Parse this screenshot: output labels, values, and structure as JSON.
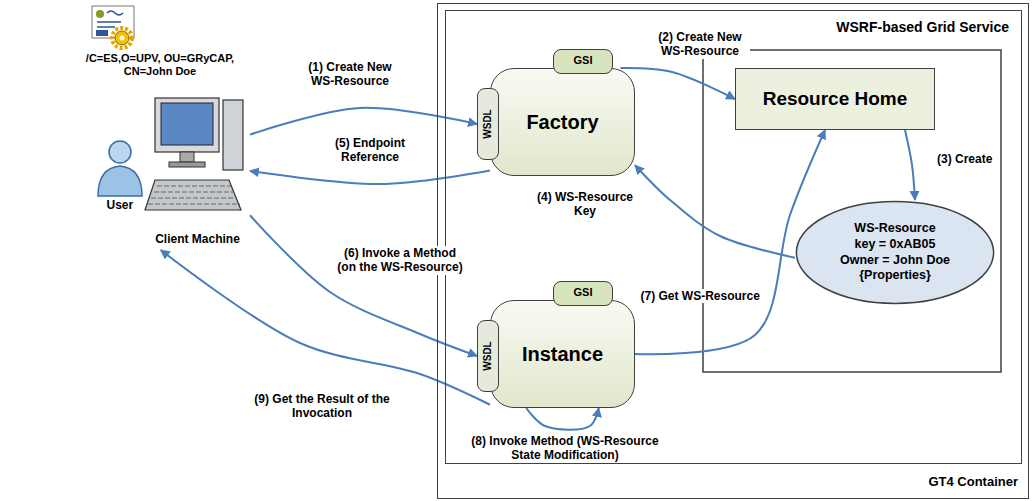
{
  "diagram": {
    "nodes": [
      {
        "text": [
          "GT4 Container"
        ]
      },
      {
        "text": [
          "WSRF-based Grid Service"
        ],
        "in": 0
      },
      {
        "text": [
          "GSI"
        ],
        "in": 1
      },
      {
        "text": [
          "WSDL"
        ],
        "in": 1
      },
      {
        "text": [
          "Factory"
        ],
        "in": 1
      },
      {
        "text": [
          "Resource Home"
        ],
        "in": 1
      },
      {
        "text": [
          "WS-Resource",
          "key = 0xAB05",
          "Owner = John Doe",
          "{Properties}"
        ],
        "in": 1
      },
      {
        "text": [
          "GSI"
        ],
        "in": 1
      },
      {
        "text": [
          "WSDL"
        ],
        "in": 1
      },
      {
        "text": [
          "Instance"
        ],
        "in": 1
      },
      {
        "text": [
          "Client Machine"
        ]
      }
    ],
    "edges": [
      {
        "from": 10,
        "to": 3,
        "label": "(1) Create New WS-Resource",
        "arrow": "to"
      },
      {
        "from": 4,
        "to": 5,
        "label": "(2) Create New WS-Resource",
        "arrow": "to"
      },
      {
        "from": 5,
        "to": 6,
        "label": "(3) Create",
        "arrow": "to"
      },
      {
        "from": 6,
        "to": 4,
        "label": "(4) WS-Resource Key",
        "arrow": "to"
      },
      {
        "from": 4,
        "to": 10,
        "label": "(5) Endpoint Reference",
        "arrow": "to"
      },
      {
        "from": 10,
        "to": 8,
        "label": "(6) Invoke a Method (on the WS-Resource)",
        "arrow": "to"
      },
      {
        "from": 9,
        "to": 5,
        "label": "(7) Get WS-Resource",
        "arrow": "to"
      },
      {
        "from": 9,
        "to": 9,
        "label": "(8) Invoke Method (WS-Resource State Modification)",
        "arrow": "to"
      },
      {
        "from": 9,
        "to": 10,
        "label": "(9) Get the Result of the Invocation",
        "arrow": "to"
      }
    ],
    "labels": [
      "/C=ES,O=UPV, OU=GRyCAP, CN=John Doe",
      "User"
    ]
  }
}
